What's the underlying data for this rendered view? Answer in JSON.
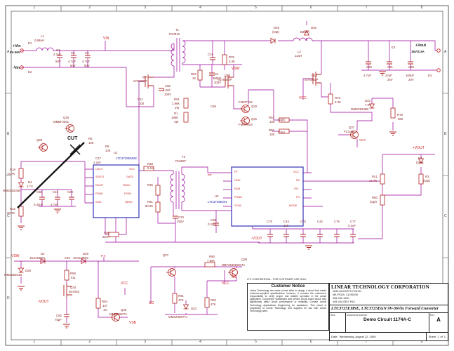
{
  "colors": {
    "m": "#8b2424",
    "r": "#cc2222",
    "b": "#2121b0",
    "k": "#1a1a1a",
    "g": "#555555",
    "wire": "#990099"
  },
  "schematic": {
    "grid": {
      "cols": [
        "1",
        "2",
        "3",
        "4",
        "5",
        "6",
        "7",
        "8"
      ],
      "rows": [
        "A",
        "B",
        "C",
        "D"
      ]
    },
    "labels": [
      [
        "+Vin",
        18,
        64,
        "k",
        5.5,
        1
      ],
      [
        "9V-36V",
        14,
        73,
        "k",
        4.5,
        1
      ],
      [
        "E1",
        40,
        60,
        "m"
      ],
      [
        "-Vin",
        18,
        95,
        "k",
        5.5,
        1
      ],
      [
        "E2",
        40,
        101,
        "m"
      ],
      [
        "L1",
        58,
        50,
        "m"
      ],
      [
        "0.68uH",
        49,
        56,
        "m"
      ],
      [
        "C3",
        80,
        70,
        "m"
      ],
      [
        "4.7uF",
        76,
        76,
        "m"
      ],
      [
        "50V",
        79,
        86,
        "m"
      ],
      [
        "C4",
        101,
        74,
        "m"
      ],
      [
        "4.7uF",
        97,
        86,
        "m"
      ],
      [
        "50V",
        100,
        92,
        "m"
      ],
      [
        "C5",
        121,
        74,
        "m"
      ],
      [
        "4.7uF",
        117,
        86,
        "m"
      ],
      [
        "50V",
        120,
        92,
        "m"
      ],
      [
        "VIN",
        147,
        53,
        "r",
        5
      ],
      [
        "T1",
        250,
        41,
        "m"
      ],
      [
        "PA0810",
        241,
        47,
        "m"
      ],
      [
        "D25",
        390,
        38,
        "m"
      ],
      [
        "(Opt)",
        388,
        44,
        "m"
      ],
      [
        "D26",
        443,
        38,
        "m"
      ],
      [
        "B340A",
        428,
        44,
        "m"
      ],
      [
        "C19",
        296,
        76,
        "m"
      ],
      [
        "R75",
        326,
        80,
        "m"
      ],
      [
        "3.3K",
        326,
        86,
        "m"
      ],
      [
        "VSW",
        330,
        96,
        "r",
        5
      ],
      [
        "L2",
        424,
        72,
        "m"
      ],
      [
        "12uH",
        420,
        78,
        "m"
      ],
      [
        "E3",
        558,
        66,
        "m"
      ],
      [
        "+Vout",
        592,
        63,
        "k",
        5.5,
        1
      ],
      [
        "15V/3.3A",
        586,
        72,
        "k",
        4.5,
        1
      ],
      [
        "C30",
        522,
        94,
        "m"
      ],
      [
        "4.7uF",
        518,
        106,
        "m"
      ],
      [
        "C31",
        552,
        94,
        "m"
      ],
      [
        "22uF",
        549,
        106,
        "m"
      ],
      [
        "25V",
        552,
        112,
        "m"
      ],
      [
        "C80",
        582,
        94,
        "m"
      ],
      [
        "100uF",
        578,
        106,
        "m"
      ],
      [
        "20V",
        582,
        112,
        "m"
      ],
      [
        "E4",
        610,
        106,
        "m"
      ],
      [
        "Q8",
        203,
        108,
        "m"
      ],
      [
        "Si7850DP",
        190,
        114,
        "m"
      ],
      [
        "R11",
        196,
        140,
        "m"
      ],
      [
        "100",
        198,
        146,
        "m"
      ],
      [
        "C96",
        235,
        121,
        "m"
      ],
      [
        "2.2nF",
        232,
        127,
        "m"
      ],
      [
        "100V",
        234,
        133,
        "m"
      ],
      [
        "R52",
        272,
        104,
        "m"
      ],
      [
        "1K",
        274,
        110,
        "m"
      ],
      [
        "C1",
        306,
        104,
        "m"
      ],
      [
        "390pF",
        303,
        110,
        "m"
      ],
      [
        "200V",
        305,
        116,
        "m"
      ],
      [
        "Q14",
        320,
        106,
        "m"
      ],
      [
        "Si7450DP",
        311,
        112,
        "m"
      ],
      [
        "Q13",
        444,
        106,
        "m"
      ],
      [
        "Si7450DP",
        434,
        112,
        "m"
      ],
      [
        "R79",
        477,
        138,
        "m"
      ],
      [
        "3.3K",
        477,
        144,
        "m"
      ],
      [
        "R51",
        248,
        140,
        "m"
      ],
      [
        "1.96K",
        245,
        146,
        "m"
      ],
      [
        "1W",
        249,
        152,
        "m"
      ],
      [
        "R1",
        248,
        160,
        "m"
      ],
      [
        "196K",
        244,
        166,
        "m"
      ],
      [
        "1W",
        248,
        172,
        "m"
      ],
      [
        "C69",
        300,
        150,
        "m"
      ],
      [
        "Q32",
        358,
        150,
        "m"
      ],
      [
        "FMMT718",
        340,
        144,
        "m"
      ],
      [
        "Q31",
        358,
        168,
        "m"
      ],
      [
        "FMMT619",
        340,
        176,
        "m"
      ],
      [
        "R54",
        383,
        166,
        "m"
      ],
      [
        "10K",
        384,
        172,
        "m"
      ],
      [
        "(Opt)",
        396,
        169,
        "m"
      ],
      [
        "R55",
        383,
        184,
        "m"
      ],
      [
        "100",
        384,
        190,
        "m"
      ],
      [
        "(Opt)",
        396,
        187,
        "m"
      ],
      [
        "VCC",
        426,
        138,
        "r",
        5
      ],
      [
        "D22",
        520,
        142,
        "m"
      ],
      [
        "MMSZ5236B",
        500,
        154,
        "m"
      ],
      [
        "7.5V",
        520,
        148,
        "m"
      ],
      [
        "R76",
        566,
        162,
        "m"
      ],
      [
        "680",
        567,
        168,
        "m"
      ],
      [
        "Q37",
        497,
        180,
        "m"
      ],
      [
        "FCX491",
        490,
        186,
        "m"
      ],
      [
        "VCC",
        512,
        198,
        "r",
        4.5
      ],
      [
        "Q26",
        90,
        166,
        "m"
      ],
      [
        "MMBFJ201",
        76,
        172,
        "m"
      ],
      [
        "CUT",
        96,
        194,
        "k",
        7,
        1
      ],
      [
        "Q28",
        52,
        198,
        "m"
      ],
      [
        "R6",
        126,
        196,
        "m"
      ],
      [
        "10K",
        126,
        202,
        "m"
      ],
      [
        "R8",
        150,
        207,
        "m"
      ],
      [
        "10K",
        150,
        213,
        "m"
      ],
      [
        "C27",
        136,
        224,
        "m"
      ],
      [
        "2.2nF",
        133,
        230,
        "m"
      ],
      [
        "U1",
        162,
        216,
        "m"
      ],
      [
        "LTC3725EMSE",
        165,
        224,
        "b",
        4.4
      ],
      [
        "VCC",
        184,
        240,
        "r",
        3.8
      ],
      [
        "GATE",
        180,
        251,
        "r",
        3.8
      ],
      [
        "FB/IN-",
        175,
        263,
        "r",
        3.8
      ],
      [
        "FS/IN",
        177,
        275,
        "r",
        3.8
      ],
      [
        "NDRV",
        178,
        287,
        "r",
        3.8
      ],
      [
        "UVLO",
        136,
        240,
        "r",
        3.8
      ],
      [
        "SS/FLT",
        136,
        251,
        "r",
        3.8
      ],
      [
        "ISLMT",
        136,
        263,
        "r",
        3.8
      ],
      [
        "PGND",
        136,
        275,
        "r",
        3.8
      ],
      [
        "GND",
        136,
        287,
        "r",
        3.8
      ],
      [
        "R18",
        14,
        240,
        "m"
      ],
      [
        "14.7K",
        10,
        246,
        "m"
      ],
      [
        "D4",
        40,
        258,
        "m"
      ],
      [
        "4.7V",
        38,
        264,
        "m"
      ],
      [
        "MMSZ5230B",
        4,
        270,
        "m"
      ],
      [
        "C55",
        52,
        272,
        "m"
      ],
      [
        "0.33uF",
        48,
        290,
        "m"
      ],
      [
        "C24",
        75,
        272,
        "m"
      ],
      [
        "4.7uF",
        72,
        290,
        "m"
      ],
      [
        "C23",
        96,
        272,
        "m"
      ],
      [
        "R22",
        14,
        296,
        "m"
      ],
      [
        "28.7K",
        10,
        302,
        "m"
      ],
      [
        "R66",
        148,
        330,
        "m"
      ],
      [
        "267K",
        146,
        336,
        "m"
      ],
      [
        "R58",
        210,
        232,
        "m"
      ],
      [
        "5.1K",
        210,
        238,
        "m"
      ],
      [
        "T2",
        259,
        222,
        "m"
      ],
      [
        "PA0897",
        250,
        228,
        "m"
      ],
      [
        "R25",
        210,
        262,
        "m"
      ],
      [
        "R61",
        210,
        286,
        "m"
      ],
      [
        "90.9K",
        207,
        292,
        "m"
      ],
      [
        "C20",
        254,
        308,
        "m"
      ],
      [
        "250V",
        252,
        314,
        "m"
      ],
      [
        "PT",
        296,
        248,
        "r",
        4.5
      ],
      [
        "U2",
        306,
        278,
        "m"
      ],
      [
        "LTC3725EGN",
        296,
        286,
        "b",
        4.4
      ],
      [
        "PT",
        334,
        244,
        "r",
        3.8
      ],
      [
        "GND",
        334,
        256,
        "r",
        3.8
      ],
      [
        "RUN",
        334,
        268,
        "r",
        3.8
      ],
      [
        "PGND",
        334,
        280,
        "r",
        3.8
      ],
      [
        "SYNC",
        334,
        292,
        "r",
        3.8
      ],
      [
        "VCC",
        418,
        244,
        "r",
        3.8
      ],
      [
        "FB",
        422,
        256,
        "r",
        3.8
      ],
      [
        "ITH",
        419,
        268,
        "r",
        3.8
      ],
      [
        "FS",
        422,
        280,
        "r",
        3.8
      ],
      [
        "MODE",
        412,
        292,
        "r",
        3.8
      ],
      [
        "+VOUT",
        588,
        209,
        "r",
        5
      ],
      [
        "D7",
        596,
        224,
        "m"
      ],
      [
        "(Opt)",
        593,
        230,
        "m"
      ],
      [
        "R41",
        530,
        250,
        "m"
      ],
      [
        "14.7K",
        526,
        256,
        "m"
      ],
      [
        "R3",
        606,
        250,
        "m"
      ],
      [
        "(Opt)",
        603,
        256,
        "m"
      ],
      [
        "R60",
        530,
        280,
        "m"
      ],
      [
        "(Opt)",
        527,
        286,
        "m"
      ],
      [
        "C38",
        300,
        312,
        "m"
      ],
      [
        "0.22uF",
        296,
        318,
        "m"
      ],
      [
        "C78",
        380,
        314,
        "m"
      ],
      [
        "C44",
        404,
        314,
        "m"
      ],
      [
        "1nF",
        404,
        320,
        "m"
      ],
      [
        "C75",
        428,
        314,
        "m"
      ],
      [
        "C42",
        452,
        314,
        "m"
      ],
      [
        "C76",
        476,
        314,
        "m"
      ],
      [
        "C77",
        499,
        314,
        "m"
      ],
      [
        "0.1uF",
        496,
        320,
        "m"
      ],
      [
        "-VOUT",
        358,
        338,
        "r",
        5
      ],
      [
        "VSW",
        16,
        363,
        "r",
        5
      ],
      [
        "D2",
        58,
        360,
        "m"
      ],
      [
        "1N4148WS",
        42,
        366,
        "m"
      ],
      [
        "C40",
        92,
        366,
        "m"
      ],
      [
        "D29",
        118,
        360,
        "m"
      ],
      [
        "1N4148WS",
        104,
        366,
        "m"
      ],
      [
        "P.T.",
        144,
        363,
        "r",
        4.5
      ],
      [
        "D28",
        36,
        384,
        "m"
      ],
      [
        "MMSZ5251B",
        6,
        390,
        "m"
      ],
      [
        "R59",
        100,
        388,
        "m"
      ],
      [
        "511",
        101,
        394,
        "m"
      ],
      [
        "Q34",
        100,
        408,
        "m"
      ],
      [
        "2N7002",
        98,
        414,
        "m"
      ],
      [
        "VCC",
        172,
        402,
        "r",
        5
      ],
      [
        "R94",
        145,
        428,
        "m"
      ],
      [
        "147",
        146,
        434,
        "m"
      ],
      [
        "1%",
        147,
        440,
        "m"
      ],
      [
        "C82",
        80,
        448,
        "m"
      ],
      [
        "75pF",
        78,
        454,
        "m"
      ],
      [
        "Q35",
        172,
        440,
        "m"
      ],
      [
        "MMBT2907A",
        156,
        446,
        "m"
      ],
      [
        "VSB",
        184,
        458,
        "r",
        5
      ],
      [
        "-VOUT",
        54,
        428,
        "r",
        5
      ],
      [
        "Q27",
        232,
        362,
        "m"
      ],
      [
        "R90",
        298,
        364,
        "m"
      ],
      [
        "7.50K",
        295,
        370,
        "m"
      ],
      [
        "Q36",
        344,
        368,
        "m"
      ],
      [
        "MBT3946DW1T1",
        316,
        376,
        "m"
      ],
      [
        "R91",
        254,
        420,
        "m"
      ],
      [
        "47K",
        254,
        426,
        "m"
      ],
      [
        "R92",
        300,
        426,
        "m"
      ],
      [
        "47K",
        300,
        432,
        "m"
      ],
      [
        "SG",
        212,
        430,
        "r",
        5
      ],
      [
        "SS",
        330,
        393,
        "r",
        5
      ],
      [
        "VCC",
        316,
        402,
        "r",
        5
      ],
      [
        "D23",
        272,
        438,
        "m"
      ],
      [
        "MMSZ4687T1",
        240,
        450,
        "m"
      ]
    ]
  },
  "confidential": "LTC CONFIDENTIAL - FOR CUSTOMER USE ONLY",
  "customer_notice": {
    "heading": "Customer Notice",
    "body": "Linear Technology has made a best effort to design a circuit that meets customer-supplied specifications; however, it remains the customer's responsibility to verify proper and reliable operation in the actual application. Component substitution and printed circuit board layout may significantly affect circuit performance or reliability. Contact Linear Technology Applications Engineering for assistance. This circuit is proprietary to Linear Technology and supplied for use with Linear Technology parts."
  },
  "title_block": {
    "company": "LINEAR TECHNOLOGY CORPORATION",
    "address1": "1630 McCARTHY BLVD.",
    "address2": "MILPITAS, CA  95035",
    "phone": "408-432-1900",
    "fax": "408-434-0507 FAX",
    "title": "LTC3725EMSE, LTC3725EGN 9V-36Vin Forward Converter",
    "size_label": "Size",
    "size": "",
    "doc_label": "Document Number",
    "doc_number": "Demo Circuit 1174A-C",
    "rev_label": "Rev",
    "rev": "A",
    "date_label": "Date:",
    "date": "Wednesday, August 12, 2009",
    "sheet_label": "Sheet",
    "sheet": "1",
    "of_label": "of",
    "sheet_total": "1"
  }
}
